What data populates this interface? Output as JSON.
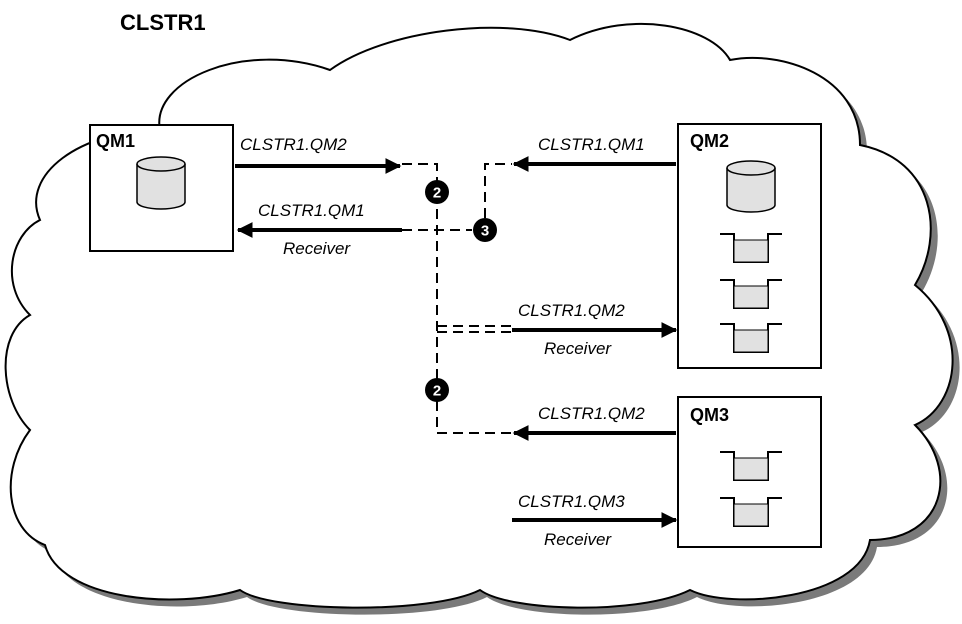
{
  "title": "CLSTR1",
  "queue_managers": {
    "qm1": "QM1",
    "qm2": "QM2",
    "qm3": "QM3"
  },
  "channels": {
    "qm1_sender": "CLSTR1.QM2",
    "qm1_receiver": "CLSTR1.QM1",
    "qm1_receiver_type": "Receiver",
    "qm2_sender": "CLSTR1.QM1",
    "qm2_receiver": "CLSTR1.QM2",
    "qm2_receiver_type": "Receiver",
    "qm3_sender": "CLSTR1.QM2",
    "qm3_receiver": "CLSTR1.QM3",
    "qm3_receiver_type": "Receiver"
  },
  "markers": {
    "upper_2": "2",
    "marker_3": "3",
    "lower_2": "2"
  }
}
